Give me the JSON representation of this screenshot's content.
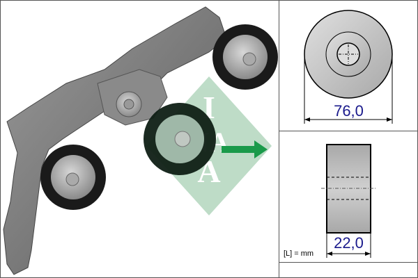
{
  "product": {
    "brand_logo": "INA",
    "image_alt": "belt-tensioner-assembly",
    "arrow_color": "#1a9a4a",
    "logo_color": "#b7d9c2"
  },
  "diagram_top": {
    "diameter_label": "76,0",
    "dimension_color": "#1a1a8c"
  },
  "diagram_bottom": {
    "width_label": "22,0",
    "unit_label": "[L] = mm"
  }
}
